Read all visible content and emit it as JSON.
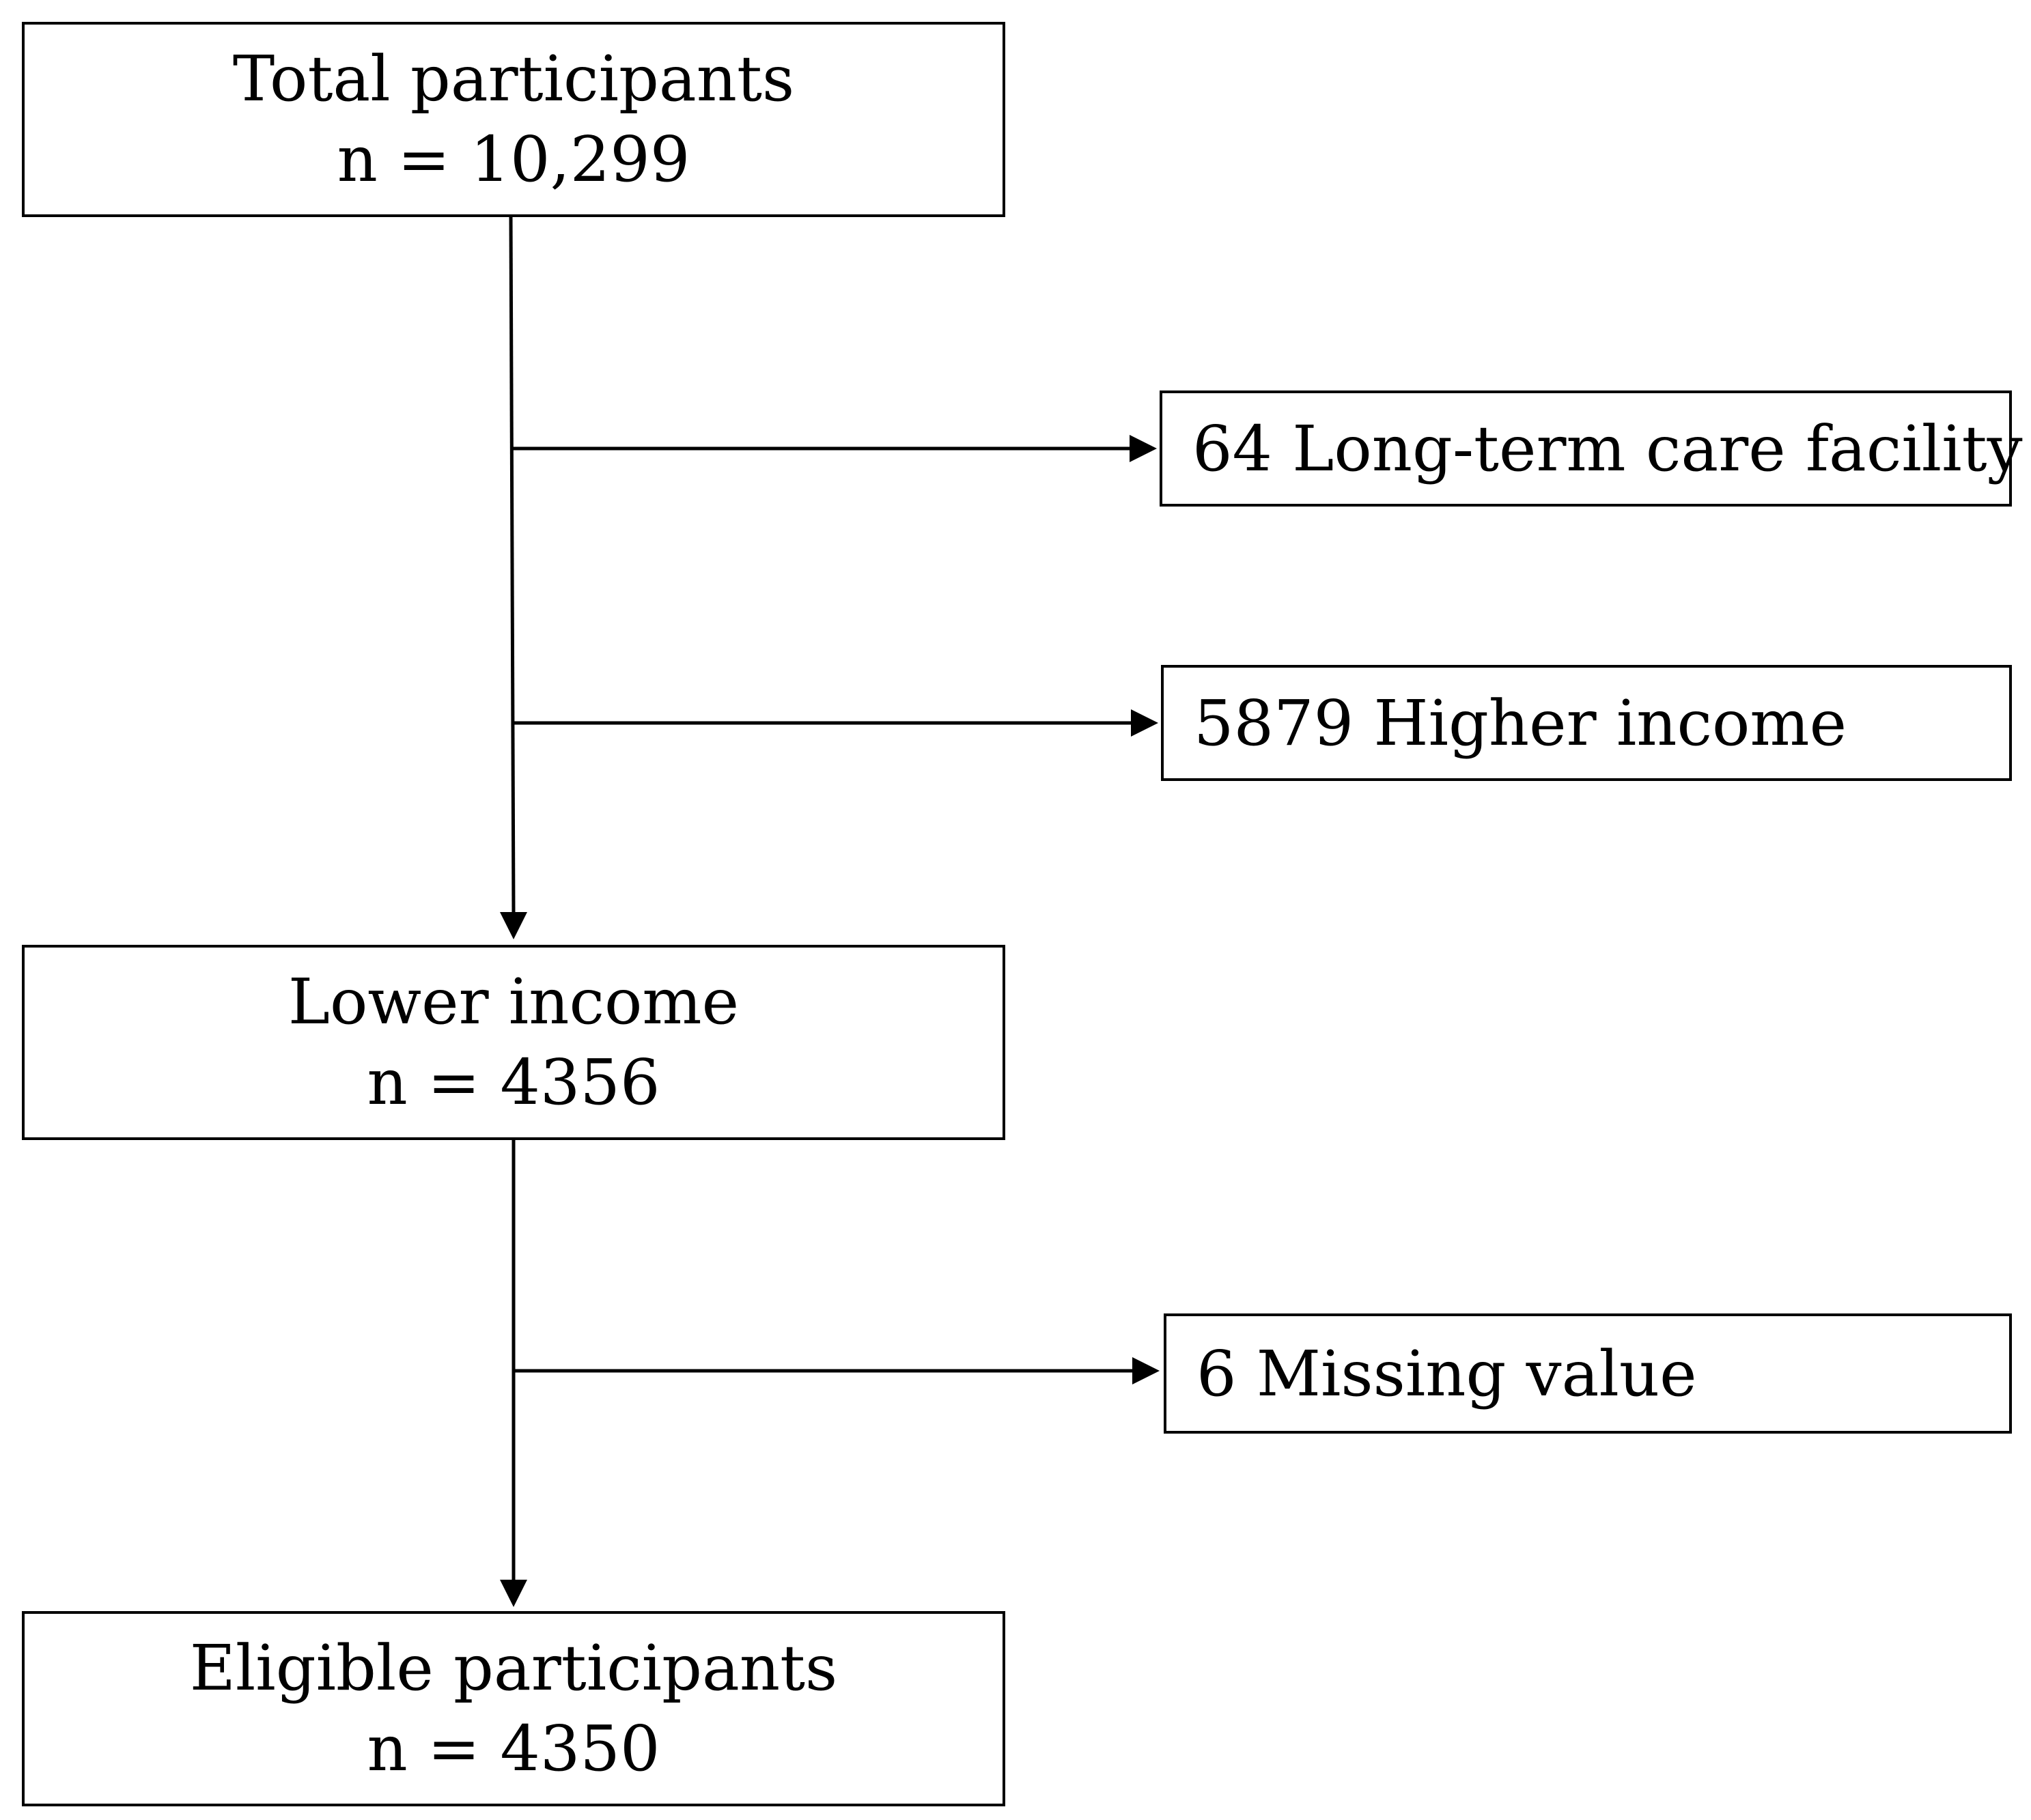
{
  "boxes": {
    "total": {
      "title": "Total participants",
      "count": "n = 10,299"
    },
    "lower": {
      "title": "Lower income",
      "count": "n = 4356"
    },
    "eligible": {
      "title": "Eligible participants",
      "count": "n = 4350"
    }
  },
  "exclusions": {
    "ltc": "64 Long-term care facility",
    "income": "5879 Higher income",
    "missing": "6 Missing value"
  },
  "colors": {
    "line": "#000000",
    "box_border": "#000000",
    "background": "#ffffff"
  }
}
